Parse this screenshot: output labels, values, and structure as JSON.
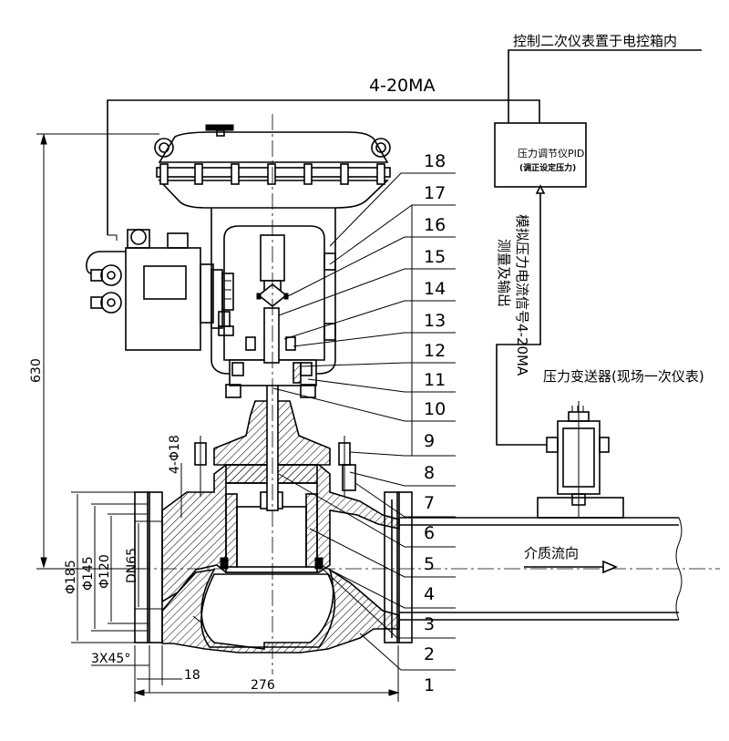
{
  "labels": {
    "signal_top": "4-20MA",
    "control_box_caption": "控制二次仪表置于电控箱内",
    "controller_title": "压力调节仪PID",
    "controller_sub": "(调正设定压力)",
    "feedback_line1": "测量及输出",
    "feedback_line2": "模拟压力电流信号4-20MA",
    "transmitter_caption": "压力变送器(现场一次仪表)",
    "flow_direction": "介质流向"
  },
  "dimensions": {
    "height": "630",
    "bolts": "4-Φ18",
    "dia_185": "Φ185",
    "dia_145": "Φ145",
    "dia_120": "Φ120",
    "dn": "DN65",
    "chamfer": "3X45°",
    "flange": "18",
    "length": "276"
  },
  "part_numbers": [
    "18",
    "17",
    "16",
    "15",
    "14",
    "13",
    "12",
    "11",
    "10",
    "9",
    "8",
    "7",
    "6",
    "5",
    "4",
    "3",
    "2",
    "1"
  ],
  "colors": {
    "line": "#000000",
    "background": "#ffffff"
  }
}
